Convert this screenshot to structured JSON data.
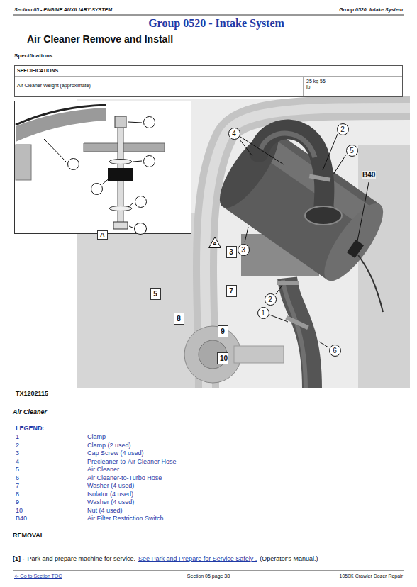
{
  "diagram": {
    "title": "Group 0520 - Intake System",
    "caption": "Air Cleaner",
    "nodes": [
      {
        "text": [
          "SPECIFICATIONS",
          "Air Cleaner Weight (approximate)",
          "25 kg 55 lb"
        ]
      },
      {
        "text": [
          "A"
        ]
      },
      {
        "text": [
          "3"
        ],
        "in": 1
      },
      {
        "text": [
          "7"
        ],
        "in": 1
      },
      {
        "text": [
          "5"
        ],
        "in": 1
      },
      {
        "text": [
          "8"
        ],
        "in": 1
      },
      {
        "text": [
          "9"
        ],
        "in": 1
      },
      {
        "text": [
          "10"
        ],
        "in": 1
      },
      {
        "text": [
          "4"
        ]
      },
      {
        "text": [
          "2"
        ]
      },
      {
        "text": [
          "5"
        ]
      },
      {
        "text": [
          "A"
        ]
      },
      {
        "text": [
          "3"
        ]
      },
      {
        "text": [
          "2"
        ]
      },
      {
        "text": [
          "1"
        ]
      },
      {
        "text": [
          "6"
        ]
      }
    ],
    "labels": [
      "Section 05 - ENGINE AUXILIARY SYSTEM",
      "Group 0520: Intake System",
      "Air Cleaner Remove and Install",
      "Specifications",
      "B40",
      "TX1202115",
      "LEGEND:",
      "1",
      "2",
      "3",
      "4",
      "5",
      "6",
      "7",
      "8",
      "9",
      "10",
      "B40",
      "REMOVAL",
      "[1] -",
      "Park and prepare machine for service.",
      "See Park and Prepare for Service Safely .",
      "(Operator's Manual.)",
      "<- Go to Section TOC",
      "Section 05 page 38",
      "1050K Crawler Dozer Repair"
    ],
    "legend": [
      {
        "text": "Clamp"
      },
      {
        "text": "Clamp (2 used)"
      },
      {
        "text": "Cap Screw (4 used)"
      },
      {
        "text": "Precleaner-to-Air Cleaner Hose"
      },
      {
        "text": "Air Cleaner"
      },
      {
        "text": "Air Cleaner-to-Turbo Hose"
      },
      {
        "text": "Washer (4 used)"
      },
      {
        "text": "Isolator (4 used)"
      },
      {
        "text": "Washer (4 used)"
      },
      {
        "text": "Nut (4 used)"
      },
      {
        "text": "Air Filter Restriction Switch"
      }
    ]
  }
}
